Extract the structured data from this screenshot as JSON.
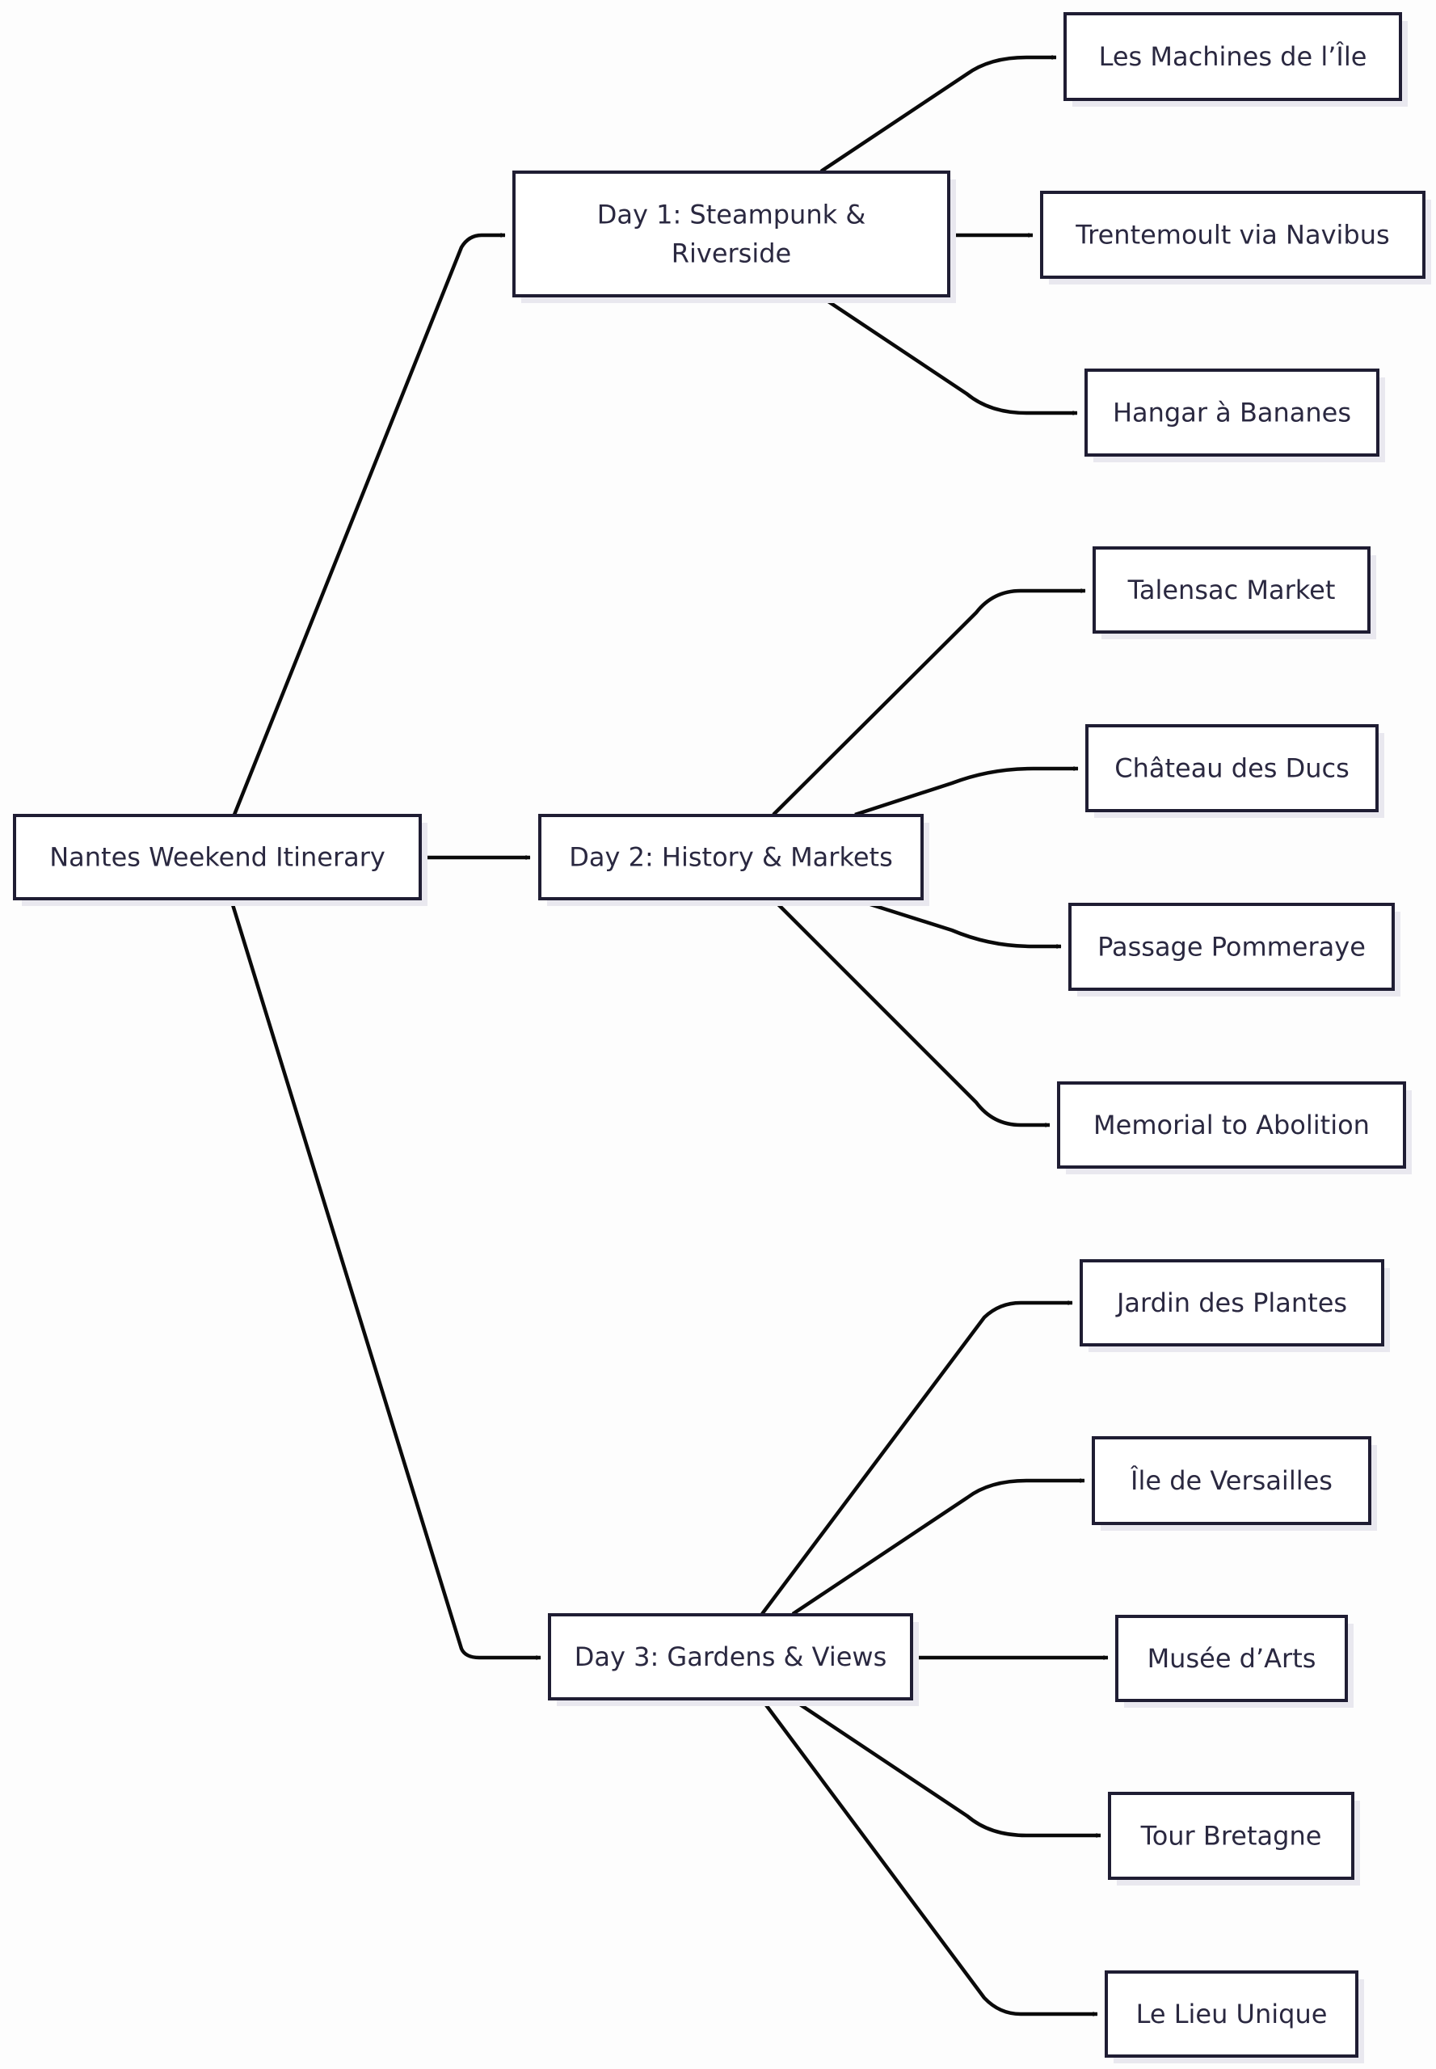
{
  "diagram": {
    "type": "flowchart-LR",
    "root": {
      "id": "root",
      "label": "Nantes Weekend Itinerary"
    },
    "days": [
      {
        "id": "day1",
        "label_lines": [
          "Day 1: Steampunk &",
          "Riverside"
        ],
        "stops": [
          {
            "id": "d1s1",
            "label": "Les Machines de l’Île"
          },
          {
            "id": "d1s2",
            "label": "Trentemoult via Navibus"
          },
          {
            "id": "d1s3",
            "label": "Hangar à Bananes"
          }
        ]
      },
      {
        "id": "day2",
        "label_lines": [
          "Day 2: History & Markets"
        ],
        "stops": [
          {
            "id": "d2s1",
            "label": "Talensac Market"
          },
          {
            "id": "d2s2",
            "label": "Château des Ducs"
          },
          {
            "id": "d2s3",
            "label": "Passage Pommeraye"
          },
          {
            "id": "d2s4",
            "label": "Memorial to Abolition"
          }
        ]
      },
      {
        "id": "day3",
        "label_lines": [
          "Day 3: Gardens & Views"
        ],
        "stops": [
          {
            "id": "d3s1",
            "label": "Jardin des Plantes"
          },
          {
            "id": "d3s2",
            "label": "Île de Versailles"
          },
          {
            "id": "d3s3",
            "label": "Musée d’Arts"
          },
          {
            "id": "d3s4",
            "label": "Tour Bretagne"
          },
          {
            "id": "d3s5",
            "label": "Le Lieu Unique"
          }
        ]
      }
    ],
    "colors": {
      "node_fill": "#ffffff",
      "node_stroke": "#1f1d33",
      "text": "#2a2840",
      "edge": "#0a0a0a",
      "background": "#fdfdfd"
    }
  }
}
